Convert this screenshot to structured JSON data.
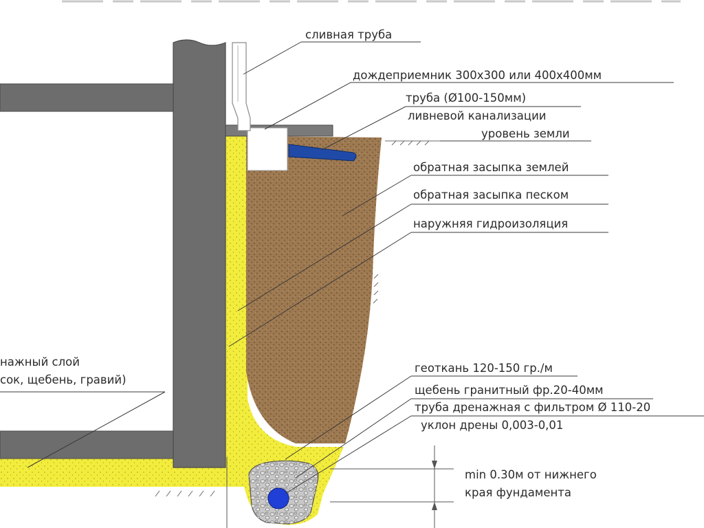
{
  "labels": {
    "drain_pipe": "сливная труба",
    "rain_inlet": "дождеприемник 300x300 или 400x400мм",
    "pipe_size": "труба (Ø100-150мм)",
    "storm_sewer": "ливневой канализации",
    "ground_level": "уровень земли",
    "backfill_soil": "обратная засыпка землей",
    "backfill_sand": "обратная засыпка песком",
    "waterproofing": "наружняя гидроизоляция",
    "drain_layer_1": "нажный слой",
    "drain_layer_2": "сок, щебень, гравий)",
    "geotextile": "геоткань 120-150 гр./м",
    "crushed_stone": "щебень гранитный фр.20-40мм",
    "drain_pipe_filter": "труба дренажная с фильтром Ø 110-20",
    "slope": "уклон дрены 0,003-0,01",
    "min_depth_1": "min 0.30м от нижнего",
    "min_depth_2": "края фундамента"
  },
  "colors": {
    "wall": "#6d6d6d",
    "wall_edge": "#4a4a4a",
    "sand": "#f2ec3c",
    "soil": "#9e7a52",
    "gravel": "#c8c8c8",
    "pipe": "#1f3fd6",
    "storm_pipe": "#1f4aa8",
    "text": "#2b2b2b"
  }
}
